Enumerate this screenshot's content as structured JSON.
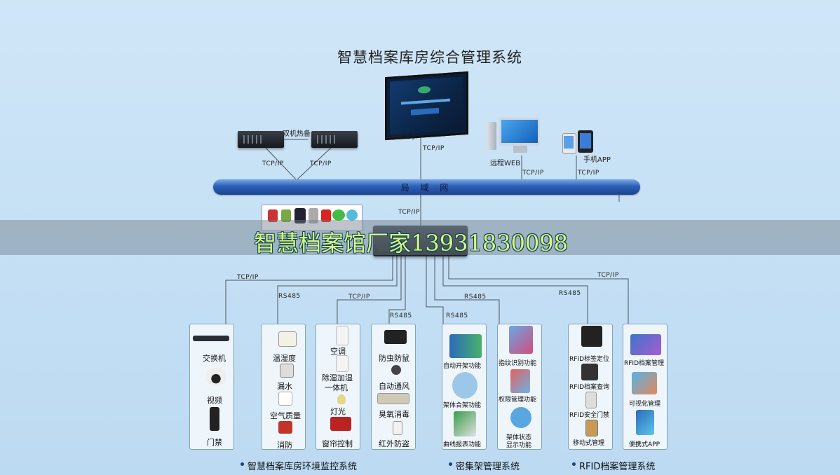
{
  "title": "智慧档案库房综合管理系统",
  "top": {
    "hot_standby": "双机热备",
    "big_screen": "大屏显示",
    "remote_web": "远程WEB",
    "mobile_app": "手机APP",
    "lan": "局 域 网"
  },
  "protocols": {
    "tcpip": "TCP/IP",
    "rs485": "RS485"
  },
  "watermark": "智慧档案馆厂家13931830098",
  "panels": {
    "switch": {
      "items": [
        "交换机",
        "视频",
        "门禁"
      ]
    },
    "env1": {
      "items": [
        "温湿度",
        "漏水",
        "空气质量",
        "消防"
      ]
    },
    "env2": {
      "items": [
        "空调",
        "除湿加湿",
        "一体机",
        "灯光",
        "窗帘控制"
      ]
    },
    "env3": {
      "items": [
        "防虫防鼠",
        "自动通风",
        "臭氧消毒",
        "红外防盗"
      ]
    },
    "shelf1": {
      "items": [
        "自动开架功能",
        "架体合架功能",
        "曲线报表功能"
      ]
    },
    "shelf2": {
      "items": [
        "指纹识别功能",
        "权限管理功能",
        "架体状态",
        "显示功能"
      ]
    },
    "rfid1": {
      "items": [
        "RFID标签定位",
        "RFID档案查询",
        "RFID安全门禁",
        "移动式管理"
      ]
    },
    "rfid2": {
      "items": [
        "RFID档案管理",
        "可视化管理",
        "便携式APP"
      ]
    }
  },
  "footers": [
    "智慧档案库房环境监控系统",
    "密集架管理系统",
    "RFID档案管理系统"
  ],
  "colors": {
    "lan": "#2c5fb8",
    "watermark": "#dbf57a",
    "panel_border": "#7ea3c3"
  }
}
